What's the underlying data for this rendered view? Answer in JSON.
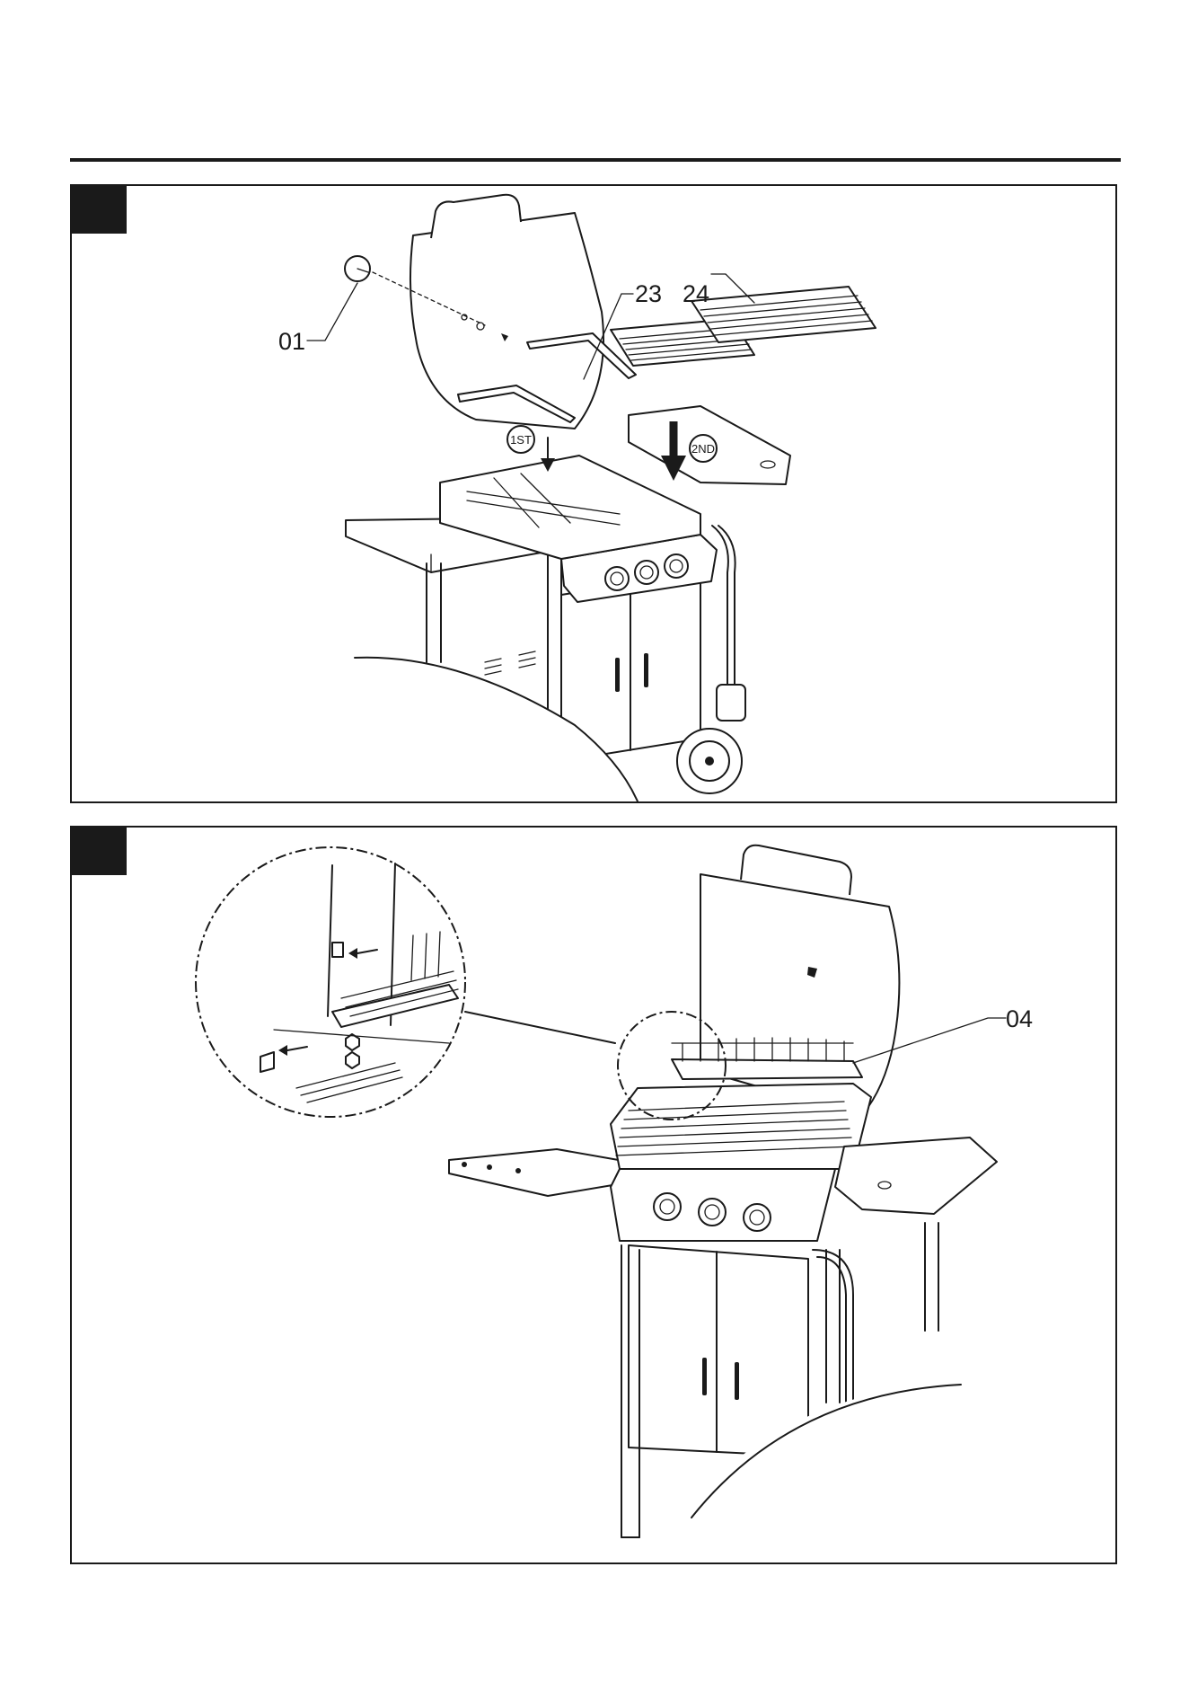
{
  "colors": {
    "ink": "#1a1a1a",
    "paper": "#ffffff"
  },
  "steps": [
    {
      "callouts": [
        {
          "label": "01"
        },
        {
          "label": "23"
        },
        {
          "label": "24"
        }
      ],
      "badges": [
        {
          "label": "1ST"
        },
        {
          "label": "2ND"
        }
      ]
    },
    {
      "callouts": [
        {
          "label": "04"
        }
      ]
    }
  ]
}
